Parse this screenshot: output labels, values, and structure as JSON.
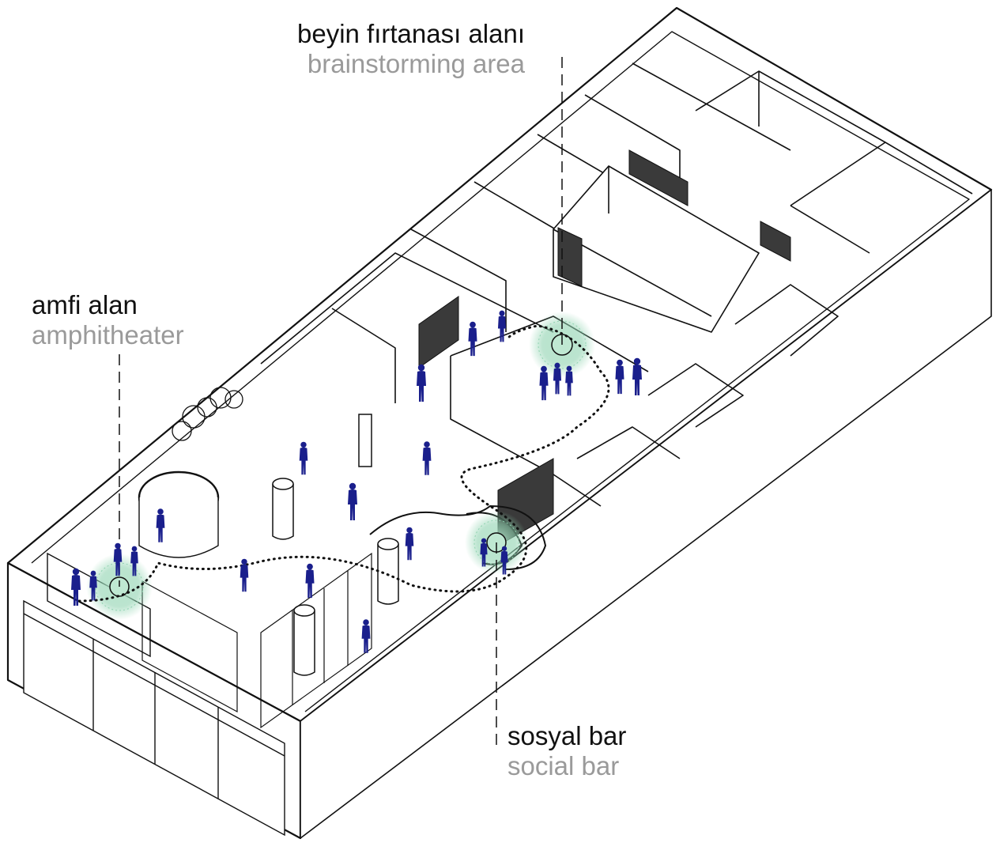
{
  "labels": {
    "brainstorming": {
      "tr": "beyin fırtanası alanı",
      "en": "brainstorming area"
    },
    "amphitheater": {
      "tr": "amfi alan",
      "en": "amphitheater"
    },
    "social_bar": {
      "tr": "sosyal bar",
      "en": "social bar"
    }
  },
  "colors": {
    "person": "#1a1f8c",
    "zone_fill": "#8fd3b0",
    "zone_core": "#bfe8d2",
    "line": "#111111",
    "caption_gray": "#9a9a9a"
  },
  "icons": [
    "person-figure-icon",
    "activity-zone-marker"
  ]
}
